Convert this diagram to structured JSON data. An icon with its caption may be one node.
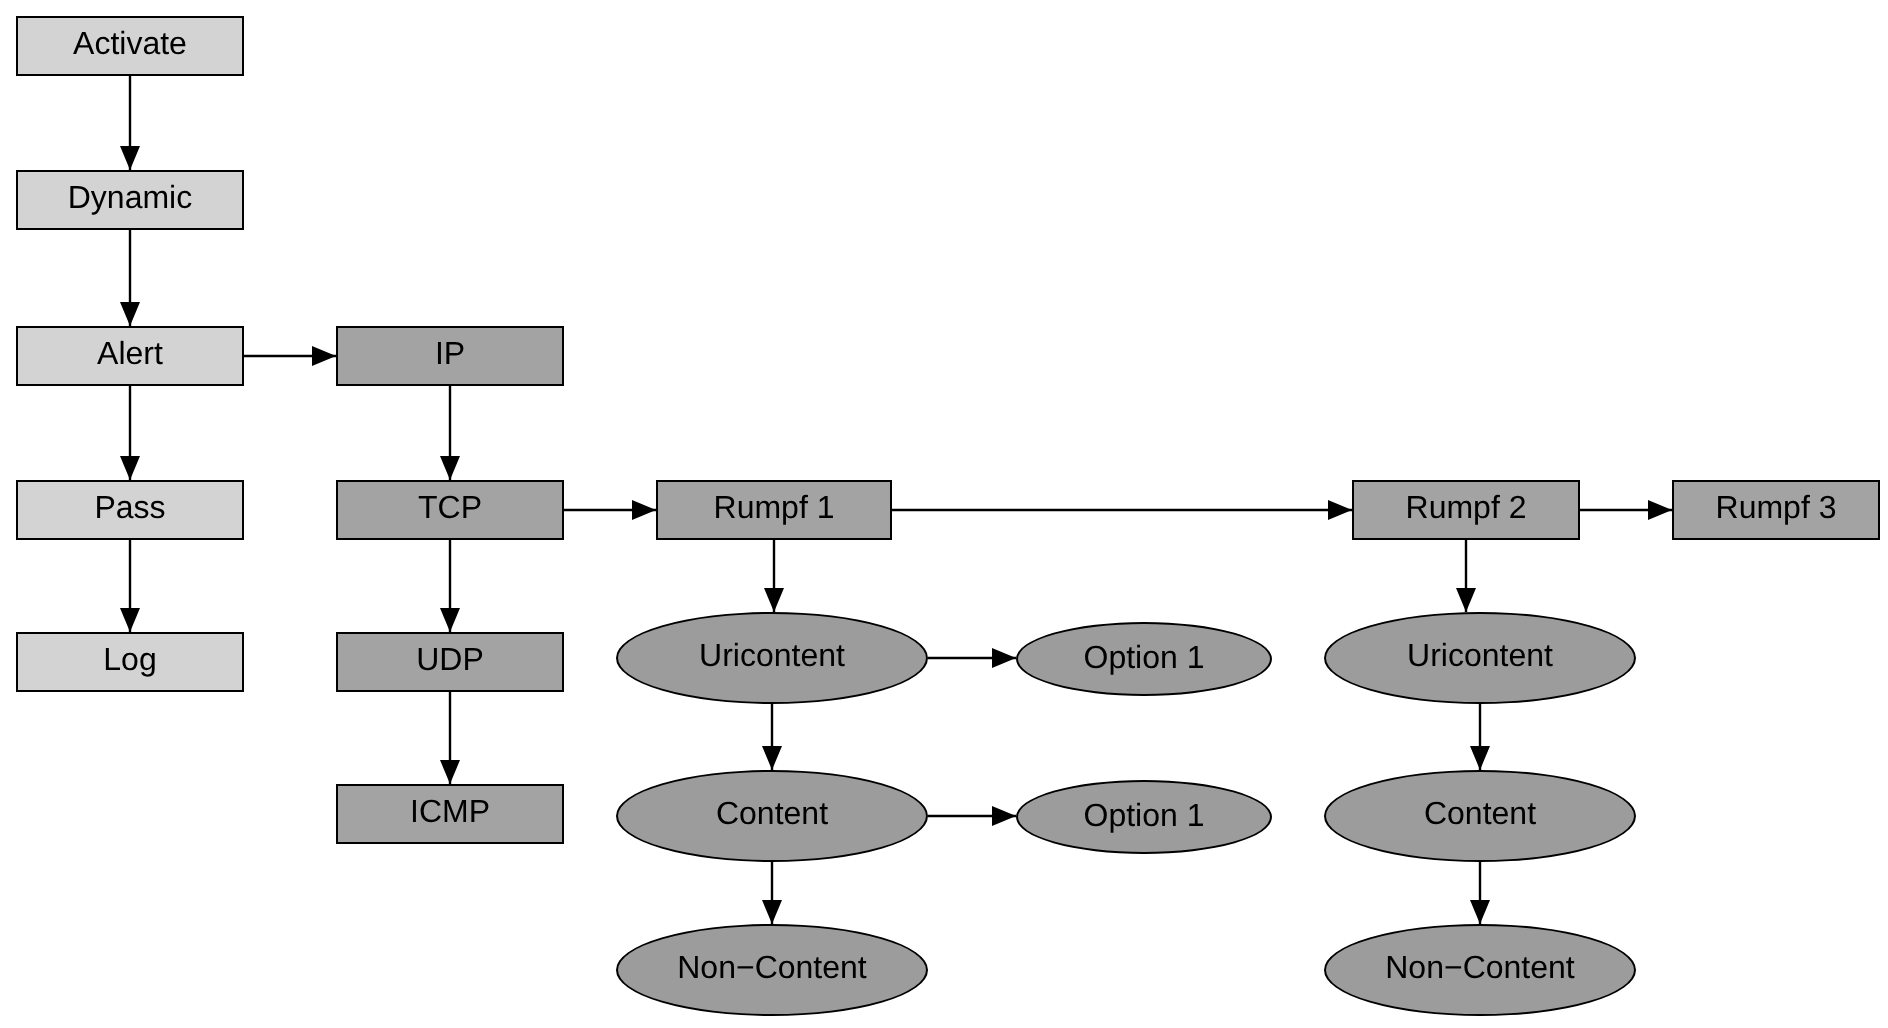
{
  "diagram": {
    "nodes": [
      {
        "text": [
          "Activate"
        ]
      },
      {
        "text": [
          "Dynamic"
        ]
      },
      {
        "text": [
          "Alert"
        ]
      },
      {
        "text": [
          "Pass"
        ]
      },
      {
        "text": [
          "Log"
        ]
      },
      {
        "text": [
          "IP"
        ]
      },
      {
        "text": [
          "TCP"
        ]
      },
      {
        "text": [
          "UDP"
        ]
      },
      {
        "text": [
          "ICMP"
        ]
      },
      {
        "text": [
          "Rumpf 1"
        ]
      },
      {
        "text": [
          "Rumpf 2"
        ]
      },
      {
        "text": [
          "Rumpf 3"
        ]
      },
      {
        "text": [
          "Uricontent"
        ]
      },
      {
        "text": [
          "Option 1"
        ]
      },
      {
        "text": [
          "Content"
        ]
      },
      {
        "text": [
          "Option 1"
        ]
      },
      {
        "text": [
          "Non−Content"
        ]
      },
      {
        "text": [
          "Uricontent"
        ]
      },
      {
        "text": [
          "Content"
        ]
      },
      {
        "text": [
          "Non−Content"
        ]
      }
    ],
    "edges": [
      {
        "from": 0,
        "to": 1,
        "arrow": "to"
      },
      {
        "from": 1,
        "to": 2,
        "arrow": "to"
      },
      {
        "from": 2,
        "to": 3,
        "arrow": "to"
      },
      {
        "from": 3,
        "to": 4,
        "arrow": "to"
      },
      {
        "from": 2,
        "to": 5,
        "arrow": "to"
      },
      {
        "from": 5,
        "to": 6,
        "arrow": "to"
      },
      {
        "from": 6,
        "to": 7,
        "arrow": "to"
      },
      {
        "from": 7,
        "to": 8,
        "arrow": "to"
      },
      {
        "from": 6,
        "to": 9,
        "arrow": "to"
      },
      {
        "from": 9,
        "to": 10,
        "arrow": "to"
      },
      {
        "from": 10,
        "to": 11,
        "arrow": "to"
      },
      {
        "from": 9,
        "to": 12,
        "arrow": "to"
      },
      {
        "from": 12,
        "to": 13,
        "arrow": "to"
      },
      {
        "from": 12,
        "to": 14,
        "arrow": "to"
      },
      {
        "from": 14,
        "to": 15,
        "arrow": "to"
      },
      {
        "from": 14,
        "to": 16,
        "arrow": "to"
      },
      {
        "from": 10,
        "to": 17,
        "arrow": "to"
      },
      {
        "from": 17,
        "to": 18,
        "arrow": "to"
      },
      {
        "from": 18,
        "to": 19,
        "arrow": "to"
      }
    ]
  }
}
